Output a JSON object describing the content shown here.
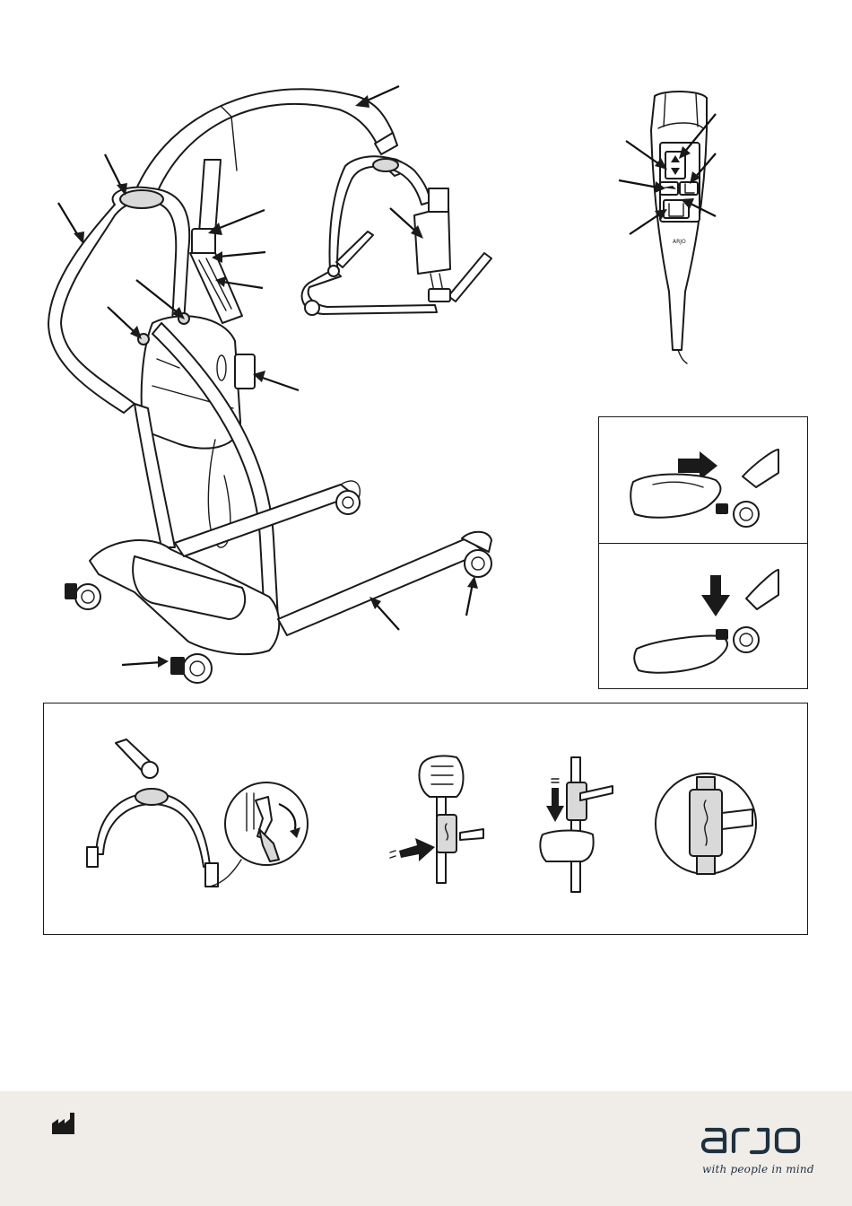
{
  "remote": {
    "brand_text": "ARJO"
  },
  "footer": {
    "logo_word": "arjo",
    "tagline": "with people in mind",
    "icons": [
      "manufacturer-icon"
    ]
  },
  "colors": {
    "footer_bg": "#f0ede9",
    "brand_navy": "#1f3140",
    "line": "#1a1a1a"
  }
}
